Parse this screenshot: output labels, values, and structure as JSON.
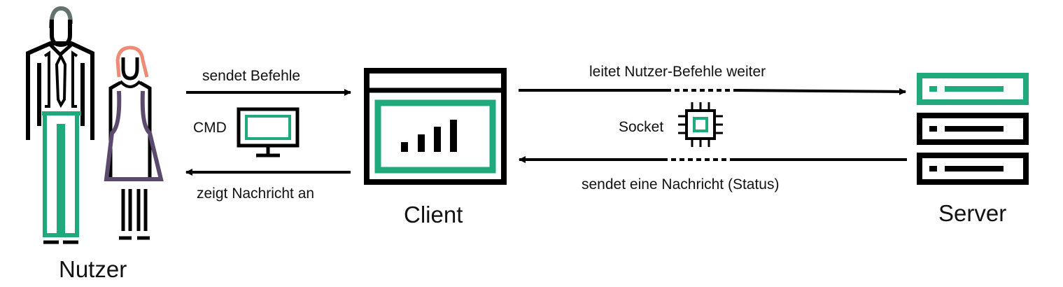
{
  "labels": {
    "nutzer": "Nutzer",
    "client": "Client",
    "server": "Server",
    "sendet_befehle": "sendet Befehle",
    "zeigt_nachricht": "zeigt Nachricht an",
    "cmd": "CMD",
    "leitet_weiter": "leitet Nutzer-Befehle weiter",
    "socket": "Socket",
    "sendet_status": "sendet eine Nachricht (Status)"
  },
  "icons": {
    "users": "man-and-woman-icon",
    "cmd": "monitor-icon",
    "client": "app-window-bar-chart-icon",
    "socket": "chip-icon",
    "server": "server-rack-icon"
  },
  "colors": {
    "accent_green": "#1faa7d",
    "hair_man": "#63746c",
    "hair_woman": "#ef8a74",
    "dress_purple": "#5b4a6e",
    "stroke": "#000000"
  }
}
